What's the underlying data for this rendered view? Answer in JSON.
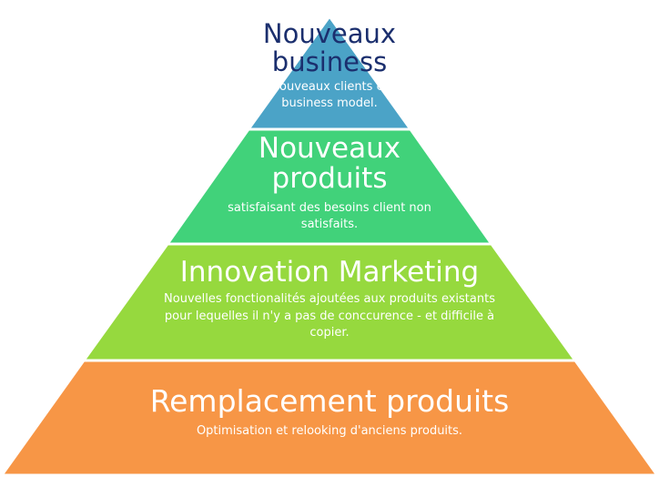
{
  "tiers": [
    {
      "title": "Nouveaux business",
      "description": "Nouveaux clients et business model.",
      "color": "#4ba3c7"
    },
    {
      "title": "Nouveaux produits",
      "description": "satisfaisant des besoins client non satisfaits.",
      "color": "#41d27a"
    },
    {
      "title": "Innovation Marketing",
      "description": "Nouvelles fonctionalités ajoutées aux produits existants pour lequelles il n'y a pas de conccurence - et difficile à copier.",
      "color": "#96d93e"
    },
    {
      "title": "Remplacement produits",
      "description": "Optimisation et relooking d'anciens produits.",
      "color": "#f79646"
    }
  ]
}
